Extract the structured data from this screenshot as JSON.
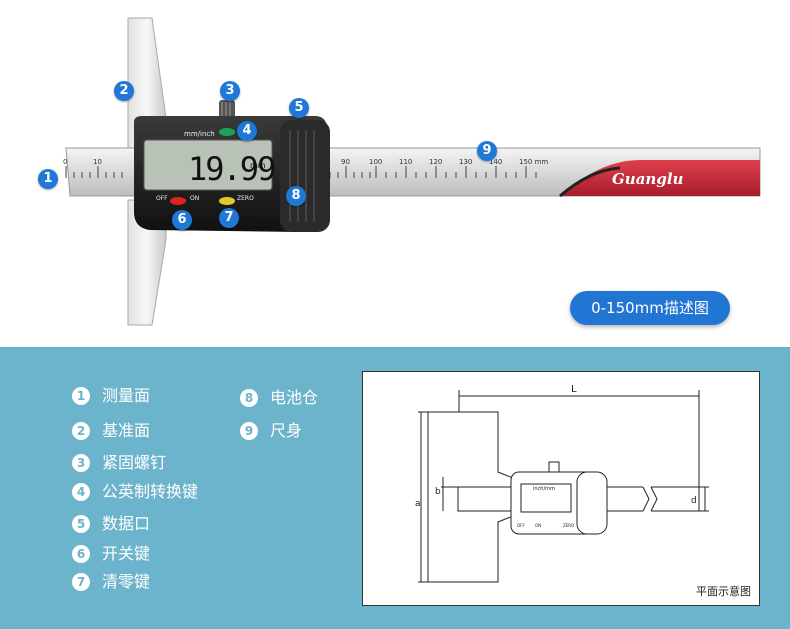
{
  "caption": "0-150mm描述图",
  "brand": "Guanglu",
  "display": {
    "reading": "19.99",
    "unit": "mm",
    "unit_switch_label": "mm/inch",
    "off_label": "OFF",
    "on_label": "ON",
    "zero_label": "ZERO"
  },
  "scale": {
    "labels": [
      "0",
      "10",
      "90",
      "100",
      "110",
      "120",
      "130",
      "140",
      "150 mm"
    ]
  },
  "badges": [
    "1",
    "2",
    "3",
    "4",
    "5",
    "6",
    "7",
    "8",
    "9"
  ],
  "legend": [
    {
      "num": "1",
      "text": "测量面"
    },
    {
      "num": "2",
      "text": "基准面"
    },
    {
      "num": "3",
      "text": "紧固螺钉"
    },
    {
      "num": "4",
      "text": "公英制转换键"
    },
    {
      "num": "5",
      "text": "数据口"
    },
    {
      "num": "6",
      "text": "开关键"
    },
    {
      "num": "7",
      "text": "清零键"
    },
    {
      "num": "8",
      "text": "电池仓"
    },
    {
      "num": "9",
      "text": "尺身"
    }
  ],
  "diagram": {
    "title": "平面示意图",
    "dim_L": "L",
    "dim_a": "a",
    "dim_b": "b",
    "dim_d": "d",
    "mini_unit": "inch/mm",
    "mini_off": "OFF",
    "mini_on": "ON",
    "mini_zero": "ZERO"
  },
  "colors": {
    "blue_badge": "#1f78d6",
    "panel_bg": "#6cb4cb",
    "ruler_red": "#c8283a"
  }
}
